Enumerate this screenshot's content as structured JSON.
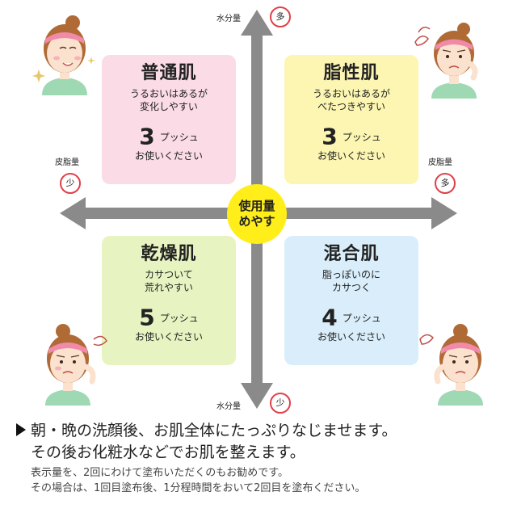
{
  "axis": {
    "top_label": "水分量",
    "top_badge": "多",
    "bottom_label": "水分量",
    "bottom_badge": "少",
    "left_label": "皮脂量",
    "left_badge": "少",
    "right_label": "皮脂量",
    "right_badge": "多"
  },
  "center": {
    "line1": "使用量",
    "line2": "めやす"
  },
  "quadrants": [
    {
      "title": "普通肌",
      "desc": [
        "うるおいはあるが",
        "変化しやすい"
      ],
      "num": "3",
      "unit": "プッシュ",
      "use": "お使いください",
      "color": "#fadbe6"
    },
    {
      "title": "脂性肌",
      "desc": [
        "うるおいはあるが",
        "べたつきやすい"
      ],
      "num": "3",
      "unit": "プッシュ",
      "use": "お使いください",
      "color": "#fcf6b2"
    },
    {
      "title": "乾燥肌",
      "desc": [
        "カサついて",
        "荒れやすい"
      ],
      "num": "5",
      "unit": "プッシュ",
      "use": "お使いください",
      "color": "#e7f4c1"
    },
    {
      "title": "混合肌",
      "desc": [
        "脂っぽいのに",
        "カサつく"
      ],
      "num": "4",
      "unit": "プッシュ",
      "use": "お使いください",
      "color": "#d9eefa"
    }
  ],
  "notes": {
    "line1": "朝・晩の洗顔後、お肌全体にたっぷりなじませます。",
    "line2": "その後お化粧水などでお肌を整えます。",
    "line3": "表示量を、2回にわけて塗布いただくのもお勧めです。",
    "line4": "その場合は、1回目塗布後、1分程時間をおいて2回目を塗布ください。"
  },
  "colors": {
    "arrow": "#8a8a8a",
    "badge_ring": "#e0404a",
    "center_fill": "#ffee1a"
  }
}
